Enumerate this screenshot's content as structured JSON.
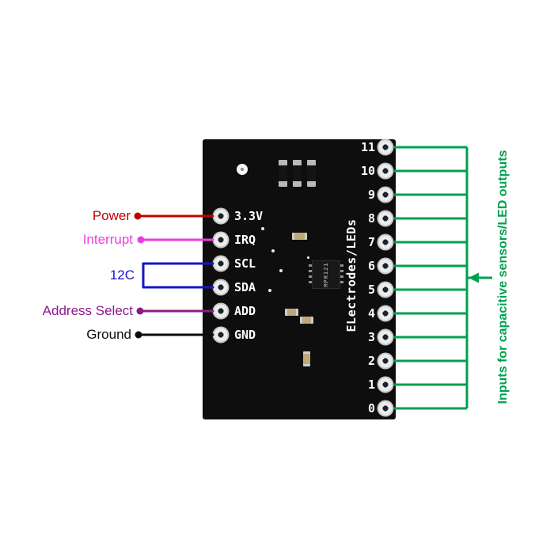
{
  "page": {
    "background": "#ffffff"
  },
  "board": {
    "color": "#0e0e0e",
    "left_pins": [
      "3.3V",
      "IRQ",
      "SCL",
      "SDA",
      "ADD",
      "GND"
    ],
    "right_pins": [
      "11",
      "10",
      "9",
      "8",
      "7",
      "6",
      "5",
      "4",
      "3",
      "2",
      "1",
      "0"
    ],
    "electrodes_label": "ELectrodes/LEDs",
    "ic_label": "MPR121"
  },
  "annotations": {
    "power": {
      "label": "Power",
      "color": "#c40000"
    },
    "interrupt": {
      "label": "Interrupt",
      "color": "#f23ae2"
    },
    "i2c": {
      "label": "12C",
      "color": "#1414c8"
    },
    "address_select": {
      "label": "Address Select",
      "color": "#8c1a8c"
    },
    "ground": {
      "label": "Ground",
      "color": "#0b0b0b"
    },
    "inputs": {
      "label": "Inputs for capacitive sensors/LED outputs",
      "color": "#00a14e"
    }
  }
}
